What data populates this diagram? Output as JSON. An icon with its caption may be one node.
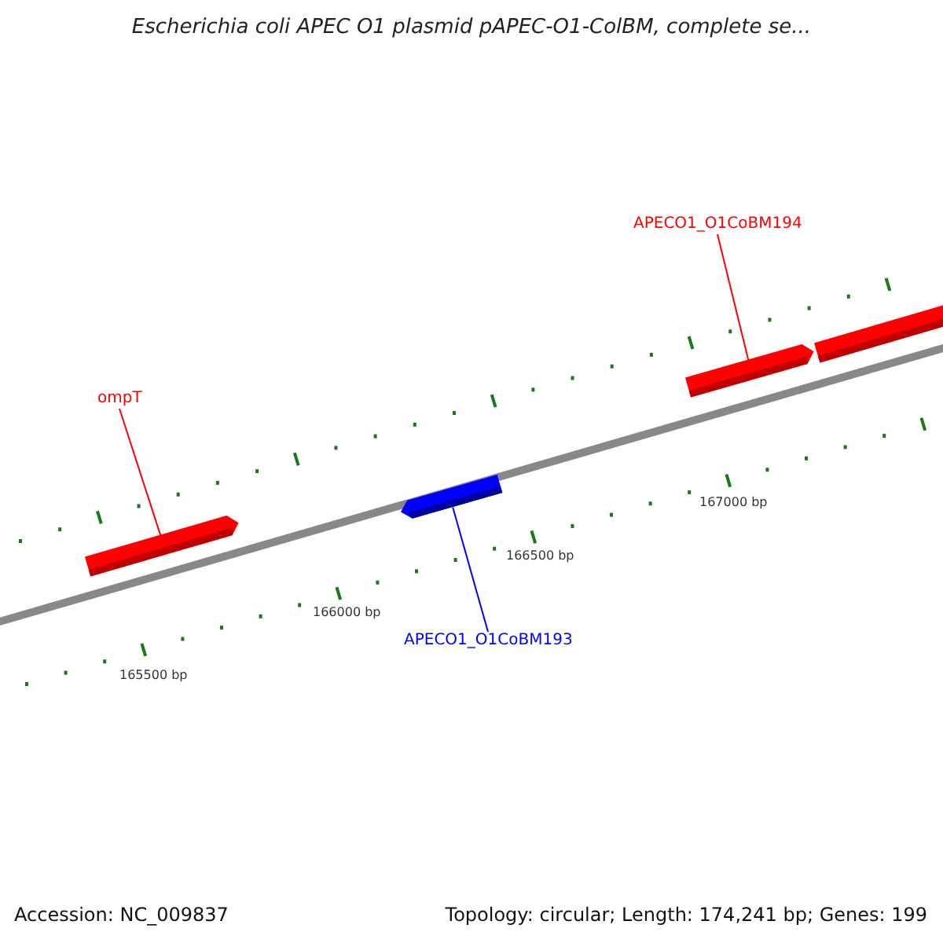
{
  "diagram": {
    "title": "Escherichia coli APEC O1 plasmid pAPEC-O1-ColBM, complete se...",
    "nodes": [
      {
        "text": [
          "ompT"
        ]
      },
      {
        "text": [],
        "shape": "arrow"
      },
      {
        "text": [
          "APECO1_O1CoBM194"
        ]
      },
      {
        "text": [],
        "shape": "arrow"
      },
      {
        "text": [],
        "shape": "arrow"
      },
      {
        "text": [],
        "shape": "arrow"
      },
      {
        "text": [
          "APECO1_O1CoBM193"
        ]
      }
    ],
    "edges": [
      {
        "from": 0,
        "to": 1,
        "arrow": "none"
      },
      {
        "from": 2,
        "to": 3,
        "arrow": "none"
      },
      {
        "from": 6,
        "to": 5,
        "arrow": "none",
        "color": "#0000ff"
      }
    ],
    "labels": [
      "167000 bp",
      "166500 bp",
      "166000 bp",
      "165500 bp",
      "Accession: NC_009837",
      "Topology: circular; Length: 174,241 bp; Genes: 199"
    ]
  }
}
